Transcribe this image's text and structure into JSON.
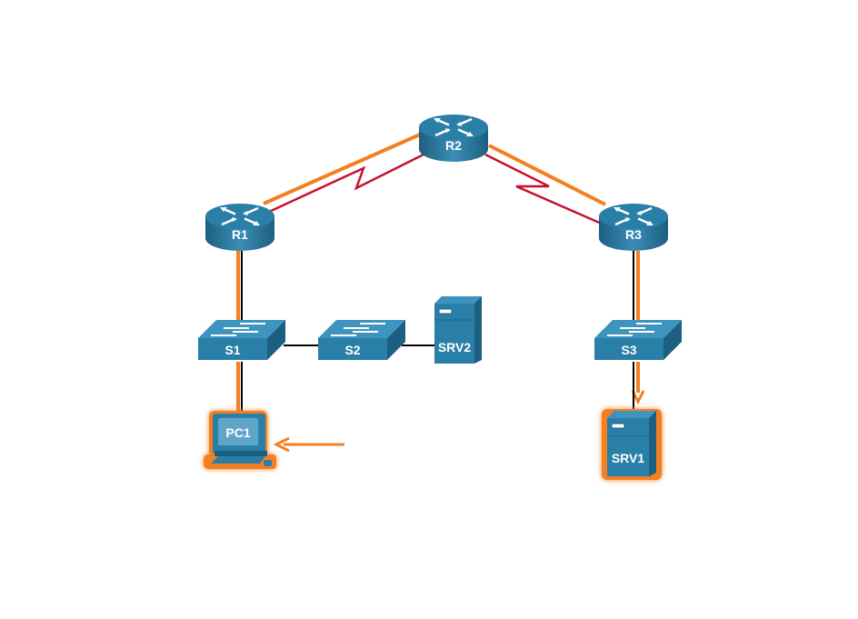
{
  "diagram": {
    "title": "Network topology with traffic path from PC1 to SRV1",
    "colors": {
      "device": "#2a7fa8",
      "device_dark": "#1c5f80",
      "device_top": "#3d95bf",
      "path": "#f47f20",
      "serial_link": "#c8102e",
      "ethernet_link": "#000000",
      "highlight_glow": "#f47f20"
    },
    "devices": {
      "r1": {
        "label": "R1",
        "type": "router"
      },
      "r2": {
        "label": "R2",
        "type": "router"
      },
      "r3": {
        "label": "R3",
        "type": "router"
      },
      "s1": {
        "label": "S1",
        "type": "switch"
      },
      "s2": {
        "label": "S2",
        "type": "switch"
      },
      "s3": {
        "label": "S3",
        "type": "switch"
      },
      "srv1": {
        "label": "SRV1",
        "type": "server",
        "highlighted": true
      },
      "srv2": {
        "label": "SRV2",
        "type": "server"
      },
      "pc1": {
        "label": "PC1",
        "type": "pc",
        "highlighted": true
      }
    },
    "links": [
      {
        "from": "R1",
        "to": "R2",
        "type": "serial"
      },
      {
        "from": "R2",
        "to": "R3",
        "type": "serial"
      },
      {
        "from": "R1",
        "to": "S1",
        "type": "ethernet"
      },
      {
        "from": "S1",
        "to": "S2",
        "type": "ethernet"
      },
      {
        "from": "S2",
        "to": "SRV2",
        "type": "ethernet"
      },
      {
        "from": "S1",
        "to": "PC1",
        "type": "ethernet"
      },
      {
        "from": "R3",
        "to": "S3",
        "type": "ethernet"
      },
      {
        "from": "S3",
        "to": "SRV1",
        "type": "ethernet"
      }
    ],
    "traffic_path": [
      "PC1",
      "S1",
      "R1",
      "R2",
      "R3",
      "S3",
      "SRV1"
    ],
    "pointer_arrow_target": "PC1"
  }
}
